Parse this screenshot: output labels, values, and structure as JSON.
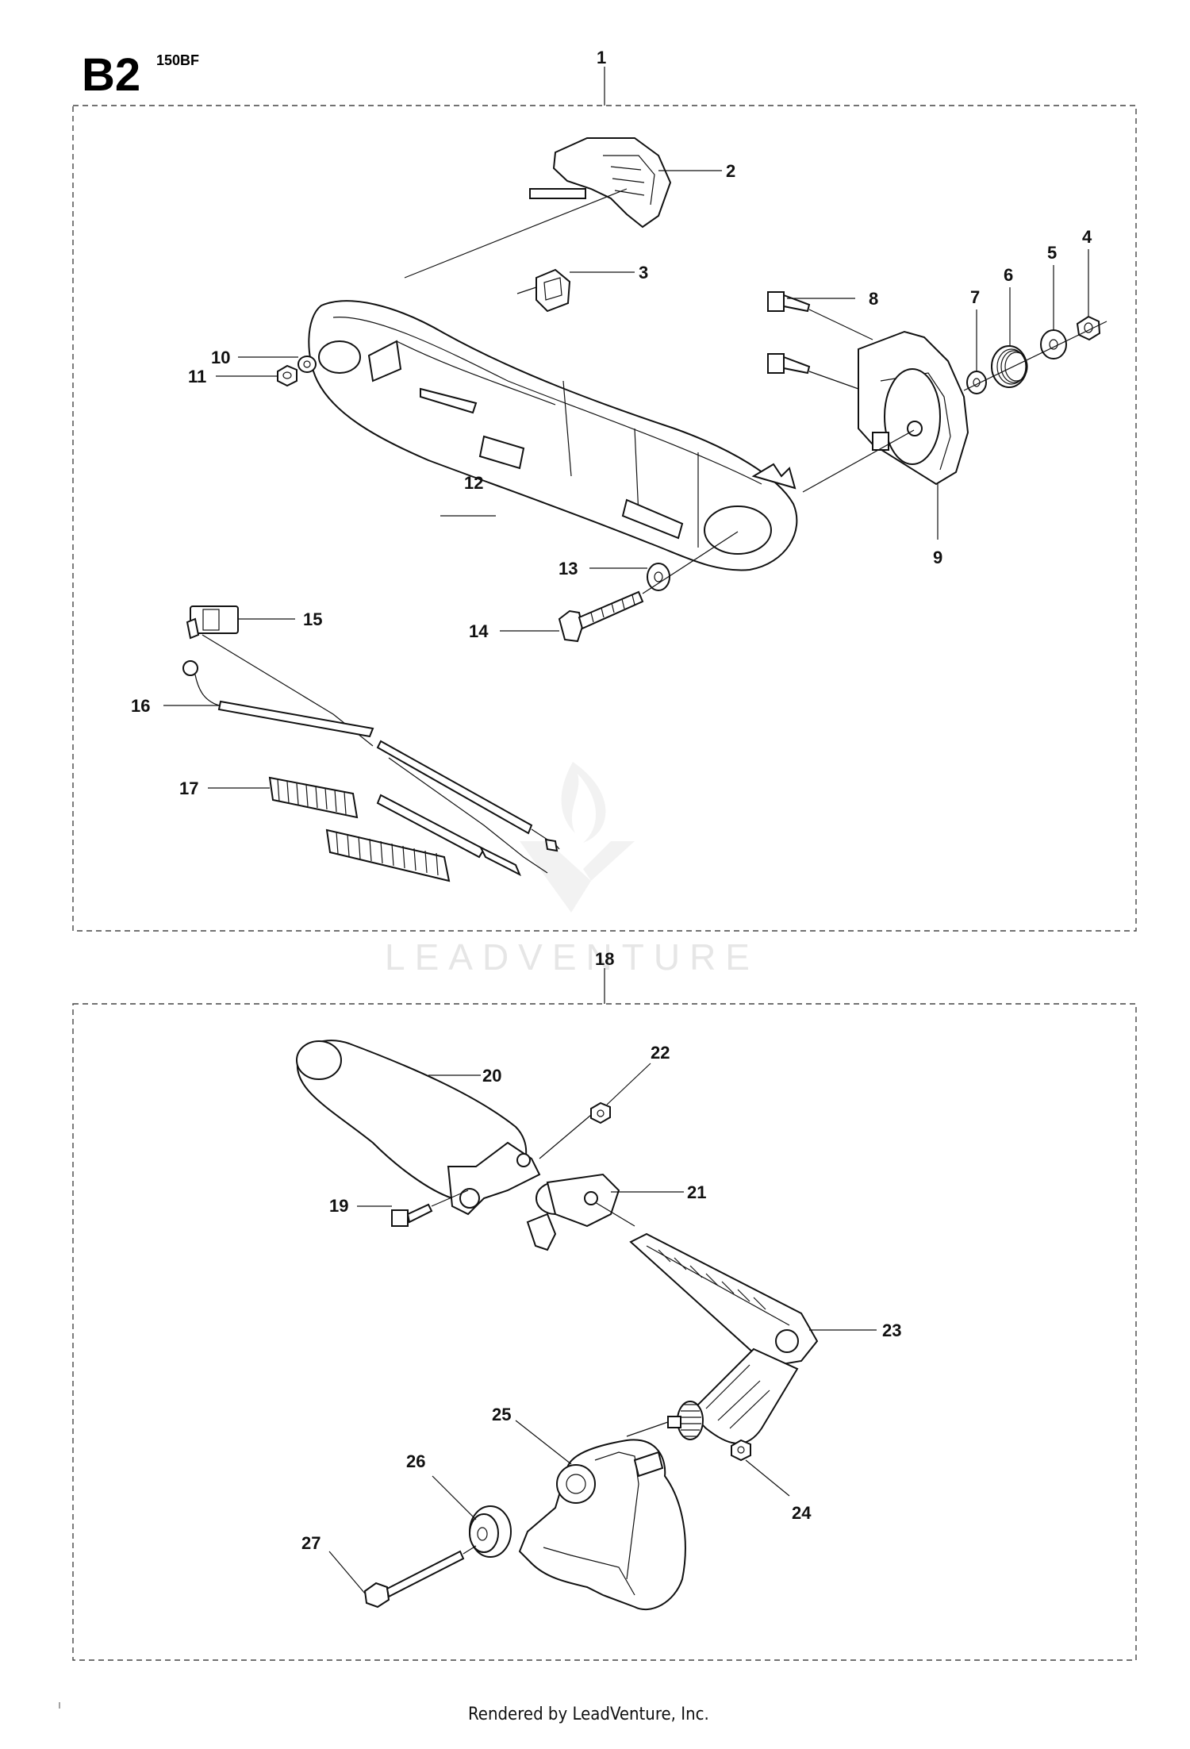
{
  "page": {
    "code": "B2",
    "model": "150BF",
    "footer": "Rendered by LeadVenture, Inc.",
    "watermark": "LEADVENTURE"
  },
  "callouts": [
    "1",
    "2",
    "3",
    "4",
    "5",
    "6",
    "7",
    "8",
    "9",
    "10",
    "11",
    "12",
    "13",
    "14",
    "15",
    "16",
    "17",
    "18",
    "19",
    "20",
    "21",
    "22",
    "23",
    "24",
    "25",
    "26",
    "27"
  ]
}
